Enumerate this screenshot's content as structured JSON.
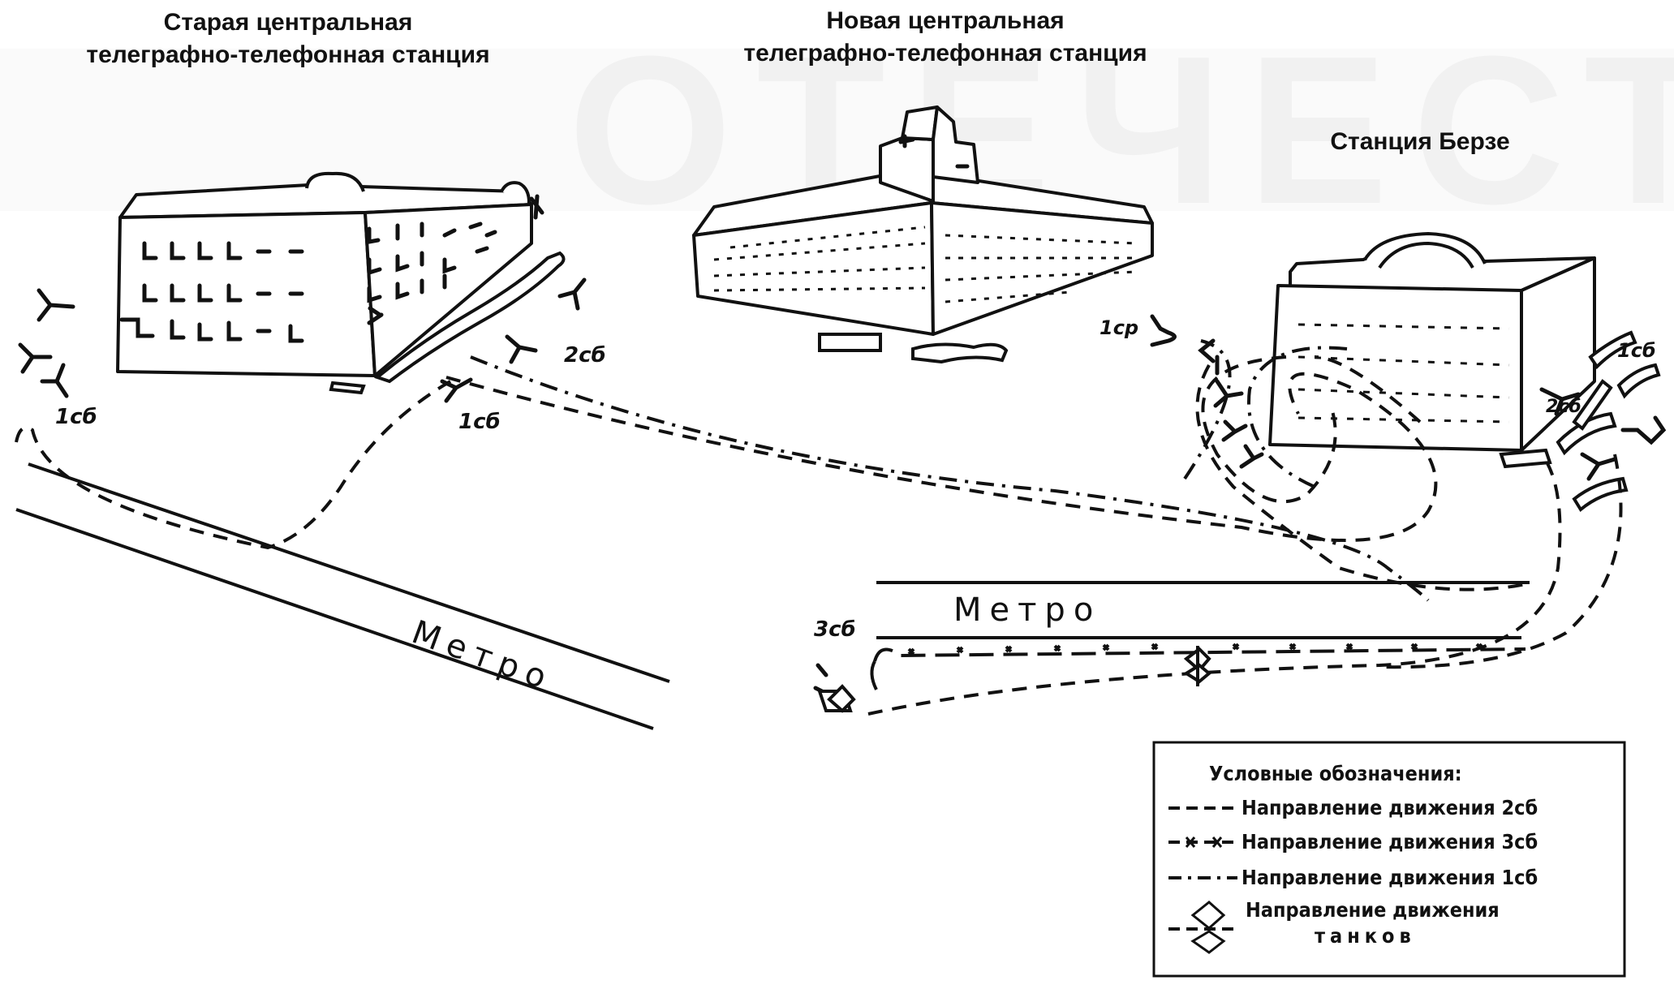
{
  "titles": {
    "old_station": [
      "Старая центральная",
      "телеграфно-телефонная станция"
    ],
    "new_station": [
      "Новая центральная",
      "телеграфно-телефонная станция"
    ],
    "berze_station": "Станция Берзе"
  },
  "map_labels": {
    "metro_left": "Метро",
    "metro_right": "Метро",
    "unit_1sb_far_left": "1сб",
    "unit_1sb_near_old": "1сб",
    "unit_2sb_old": "2сб",
    "unit_1sr": "1ср",
    "unit_1sb_berze": "1сб",
    "unit_2sb_berze": "2сб",
    "unit_3sb": "3сб"
  },
  "legend": {
    "title": "Условные обозначения:",
    "items": [
      {
        "label": "Направление движения 2сб",
        "line_style": "dashed"
      },
      {
        "label": "Направление движения 3сб",
        "line_style": "dash-cross"
      },
      {
        "label": "Направление движения 1сб",
        "line_style": "dash-dot"
      }
    ],
    "tanks_label_line1": "Направление движения",
    "tanks_label_line2": "танков"
  },
  "colors": {
    "ink": "#111111",
    "paper": "#ffffff"
  }
}
